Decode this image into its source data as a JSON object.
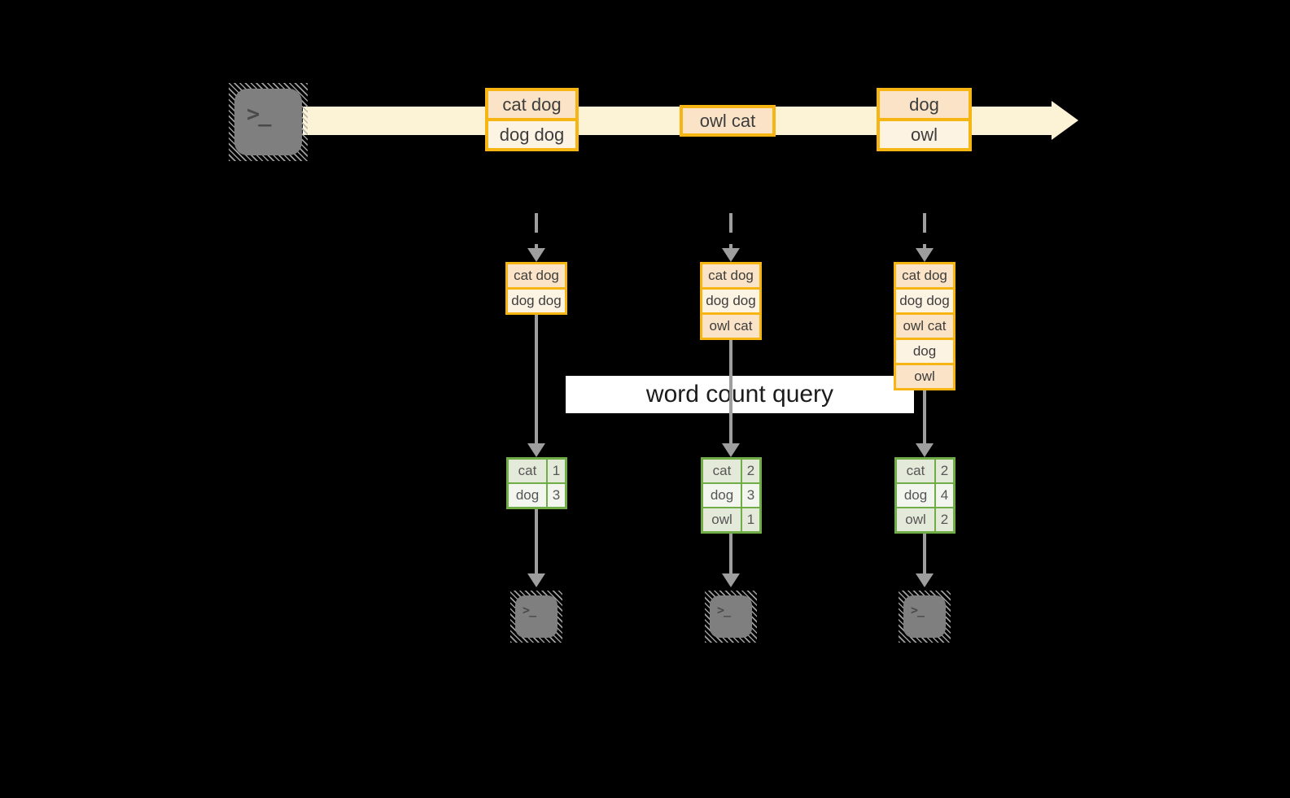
{
  "title": "streaming word count query diagram",
  "query_label": "word count query",
  "colors": {
    "background": "#000000",
    "stream_fill": "#fcf3d6",
    "event_border": "#f7b514",
    "event_cell_peach": "#fae3c6",
    "event_cell_cream": "#fdf3e2",
    "table_border": "#70ad47",
    "table_row_dark": "#e4ead9",
    "table_row_light": "#f3f6ee",
    "arrow_gray": "#9e9e9e",
    "terminal_gray": "#7f7f7f",
    "label_band": "#ffffff"
  },
  "source_terminal": {
    "icon": "terminal-prompt-icon",
    "glyph": ">_"
  },
  "stream": {
    "events": [
      {
        "lines": [
          "cat dog",
          "dog dog"
        ]
      },
      {
        "lines": [
          "owl cat"
        ]
      },
      {
        "lines": [
          "dog",
          "owl"
        ]
      }
    ]
  },
  "columns": [
    {
      "state": [
        "cat dog",
        "dog dog"
      ],
      "counts": [
        {
          "word": "cat",
          "count": "1"
        },
        {
          "word": "dog",
          "count": "3"
        }
      ],
      "sink": {
        "icon": "terminal-prompt-icon",
        "glyph": ">_"
      }
    },
    {
      "state": [
        "cat dog",
        "dog dog",
        "owl cat"
      ],
      "counts": [
        {
          "word": "cat",
          "count": "2"
        },
        {
          "word": "dog",
          "count": "3"
        },
        {
          "word": "owl",
          "count": "1"
        }
      ],
      "sink": {
        "icon": "terminal-prompt-icon",
        "glyph": ">_"
      }
    },
    {
      "state": [
        "cat dog",
        "dog dog",
        "owl cat",
        "dog",
        "owl"
      ],
      "counts": [
        {
          "word": "cat",
          "count": "2"
        },
        {
          "word": "dog",
          "count": "4"
        },
        {
          "word": "owl",
          "count": "2"
        }
      ],
      "sink": {
        "icon": "terminal-prompt-icon",
        "glyph": ">_"
      }
    }
  ]
}
